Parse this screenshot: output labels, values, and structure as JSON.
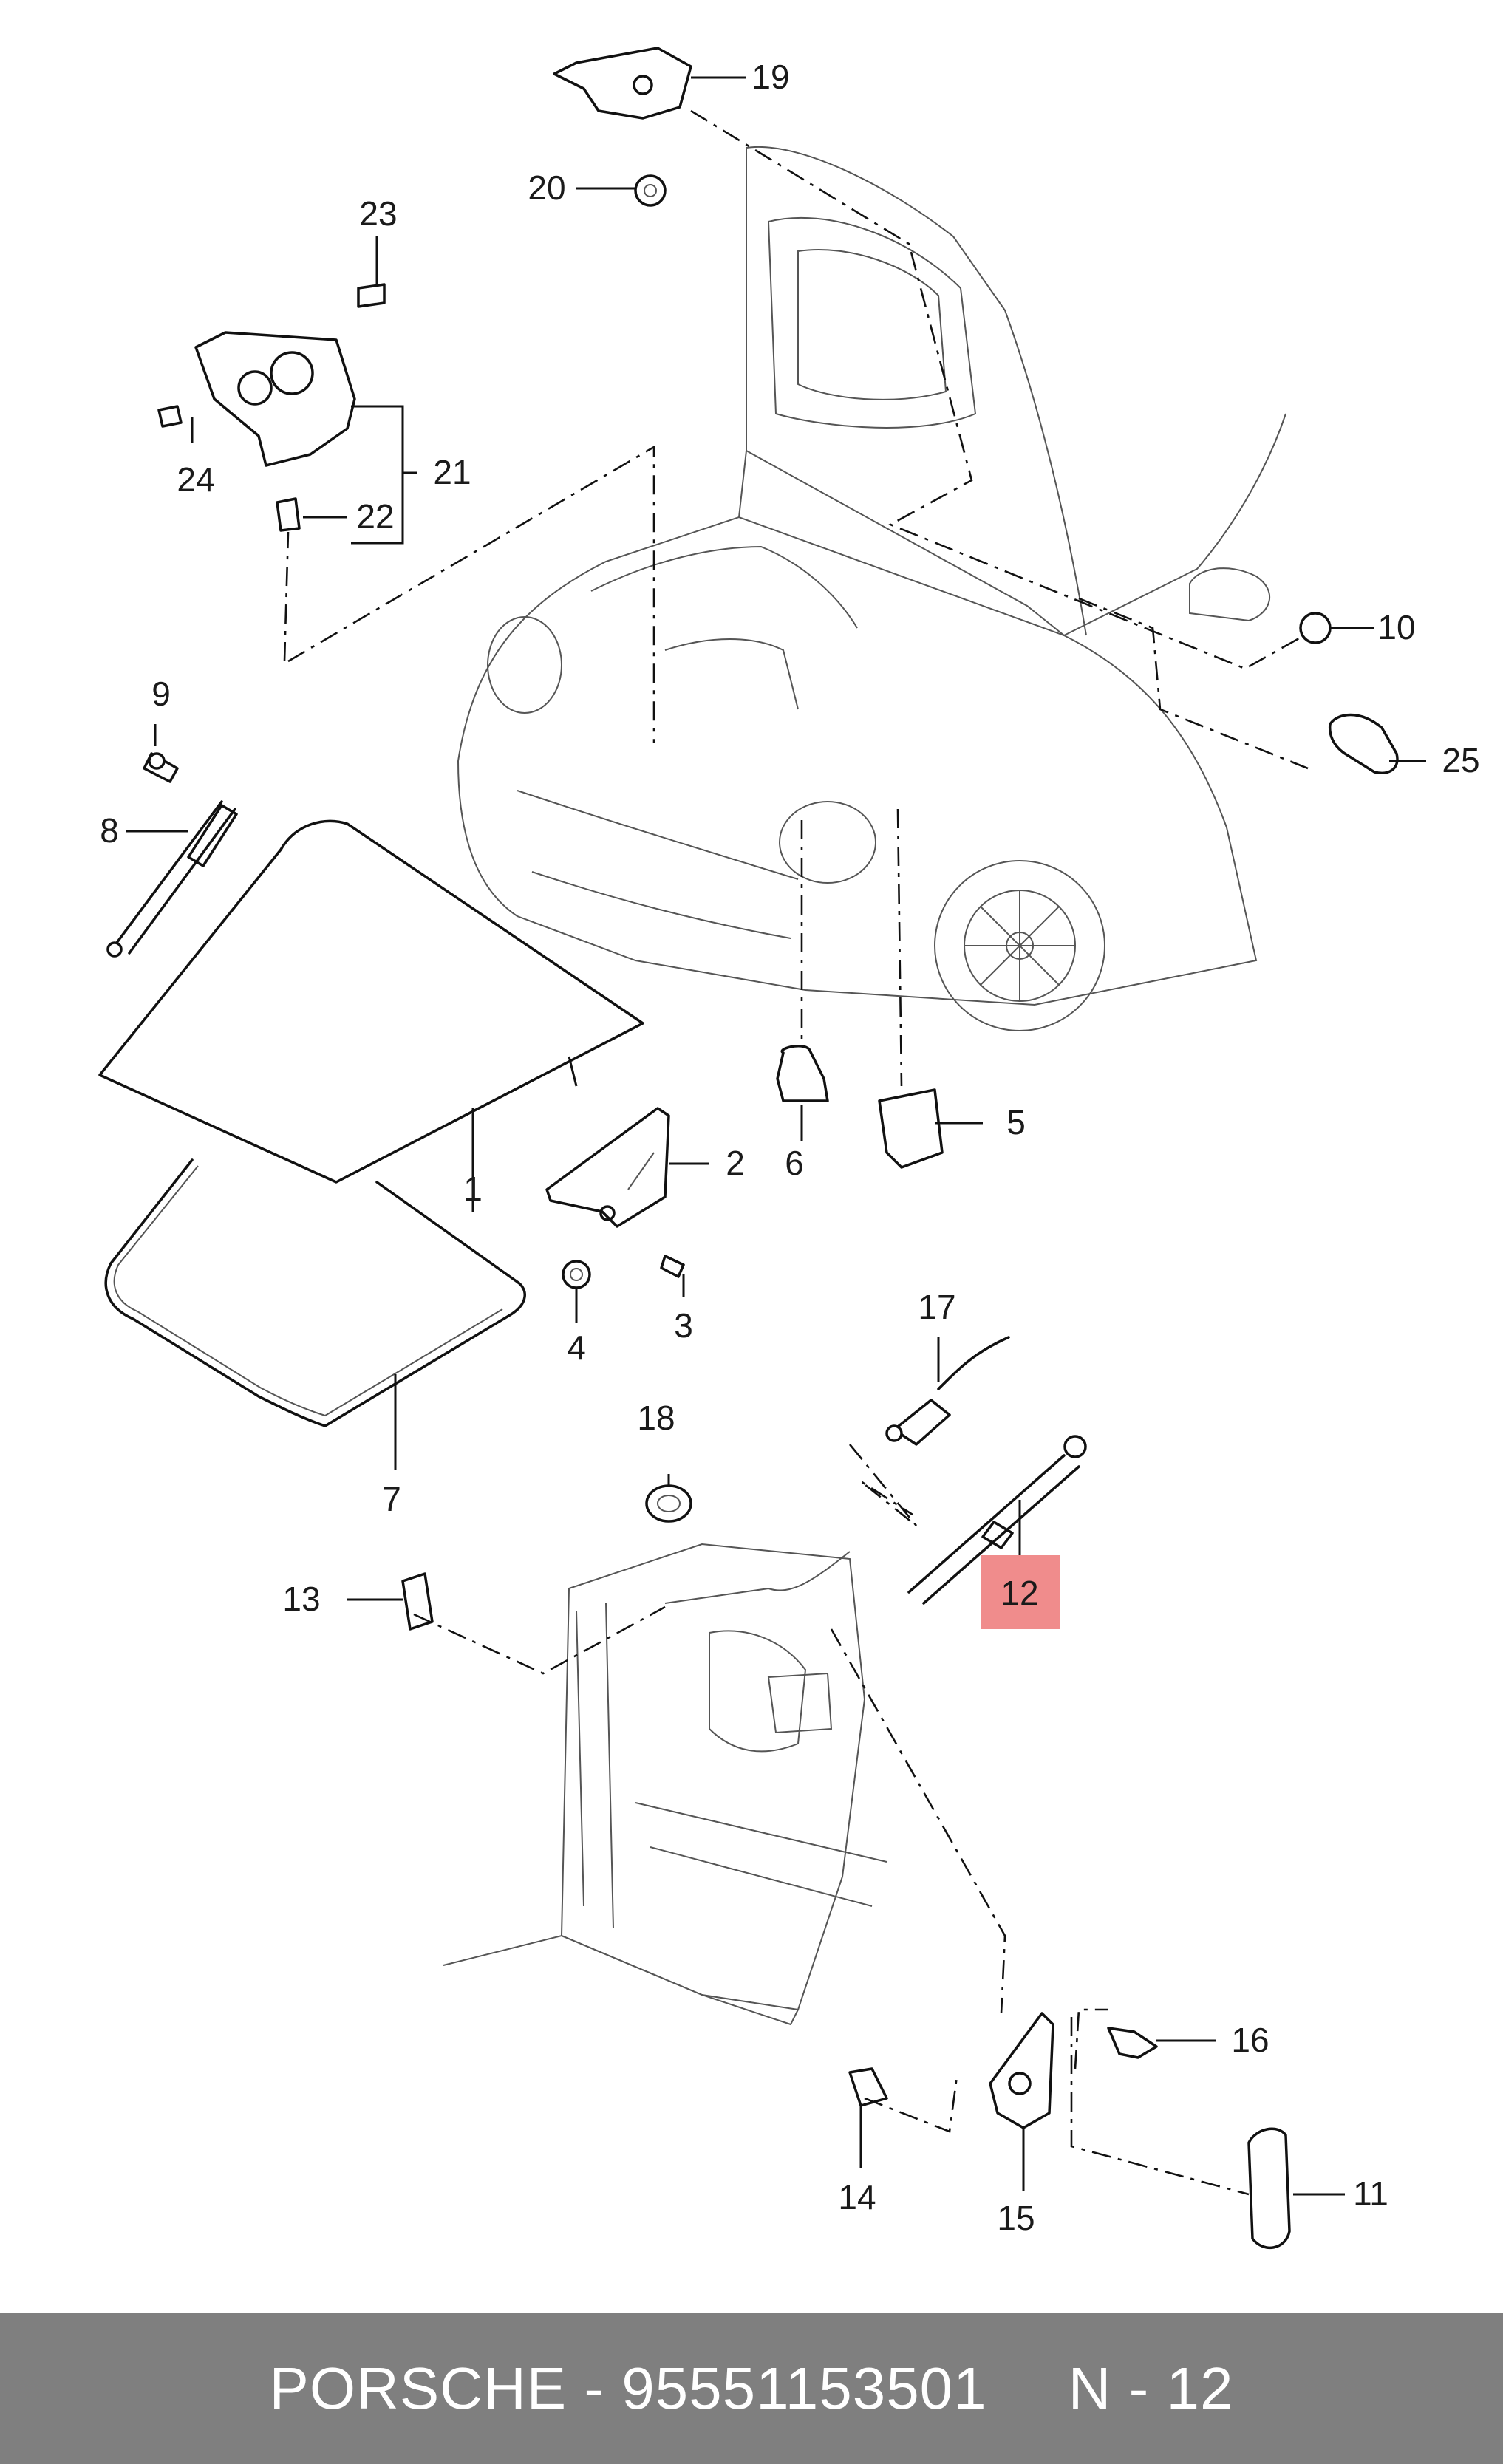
{
  "callouts": [
    "1",
    "2",
    "3",
    "4",
    "5",
    "6",
    "7",
    "8",
    "9",
    "10",
    "11",
    "12",
    "13",
    "14",
    "15",
    "16",
    "17",
    "18",
    "19",
    "20",
    "21",
    "22",
    "23",
    "24",
    "25"
  ],
  "highlighted_callout": "12",
  "highlight_color": "#f08c8c",
  "footer": {
    "brand_part": "PORSCHE - 95551153501",
    "page_ref": "N - 12"
  }
}
